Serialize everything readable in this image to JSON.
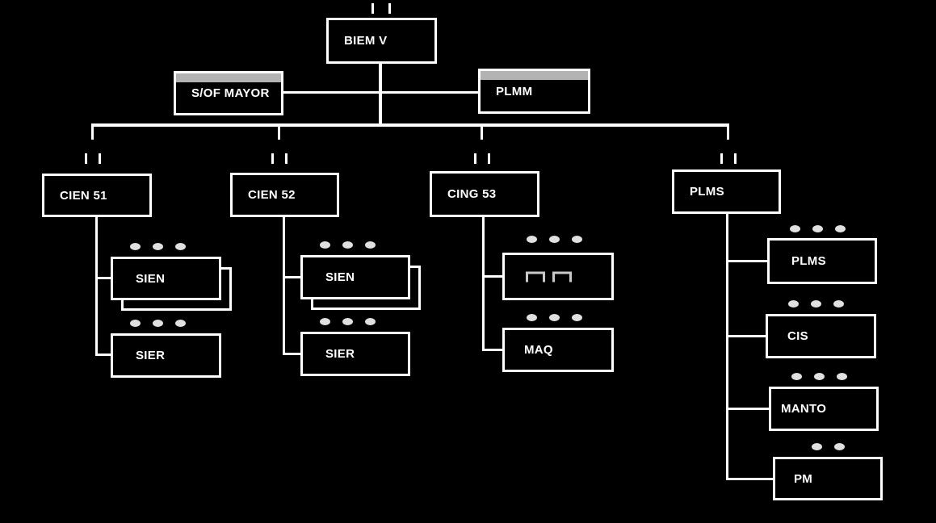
{
  "diagram": {
    "type": "org-chart",
    "background": "#000000",
    "colors": {
      "line": "#ffffff",
      "box_border": "#ffffff",
      "box_fill": "#000000",
      "text": "#ffffff",
      "header_strip": "#b3b3b3",
      "dot": "#e0e0e0",
      "glyph": "#c9c9c9"
    },
    "nodes": {
      "root": {
        "label": "BIEM V"
      },
      "staff_left": {
        "label": "S/OF MAYOR"
      },
      "staff_right": {
        "label": "PLMM"
      },
      "dept1": {
        "label": "CIEN 51"
      },
      "dept2": {
        "label": "CIEN 52"
      },
      "dept3": {
        "label": "CING 53"
      },
      "dept4": {
        "label": "PLMS"
      },
      "dept1_sub1": {
        "label": "SIEN",
        "stacked": true,
        "dots": 3
      },
      "dept1_sub2": {
        "label": "SIER",
        "dots": 3
      },
      "dept2_sub1": {
        "label": "SIEN",
        "stacked": true,
        "dots": 3
      },
      "dept2_sub2": {
        "label": "SIER",
        "dots": 3
      },
      "dept3_sub1": {
        "label": "",
        "glyph": "double-bracket",
        "dots": 3
      },
      "dept3_sub2": {
        "label": "MAQ",
        "dots": 3
      },
      "dept4_sub1": {
        "label": "PLMS",
        "dots": 3
      },
      "dept4_sub2": {
        "label": "CIS",
        "dots": 3
      },
      "dept4_sub3": {
        "label": "MANTO",
        "dots": 3
      },
      "dept4_sub4": {
        "label": "PM",
        "dots": 2
      }
    }
  }
}
